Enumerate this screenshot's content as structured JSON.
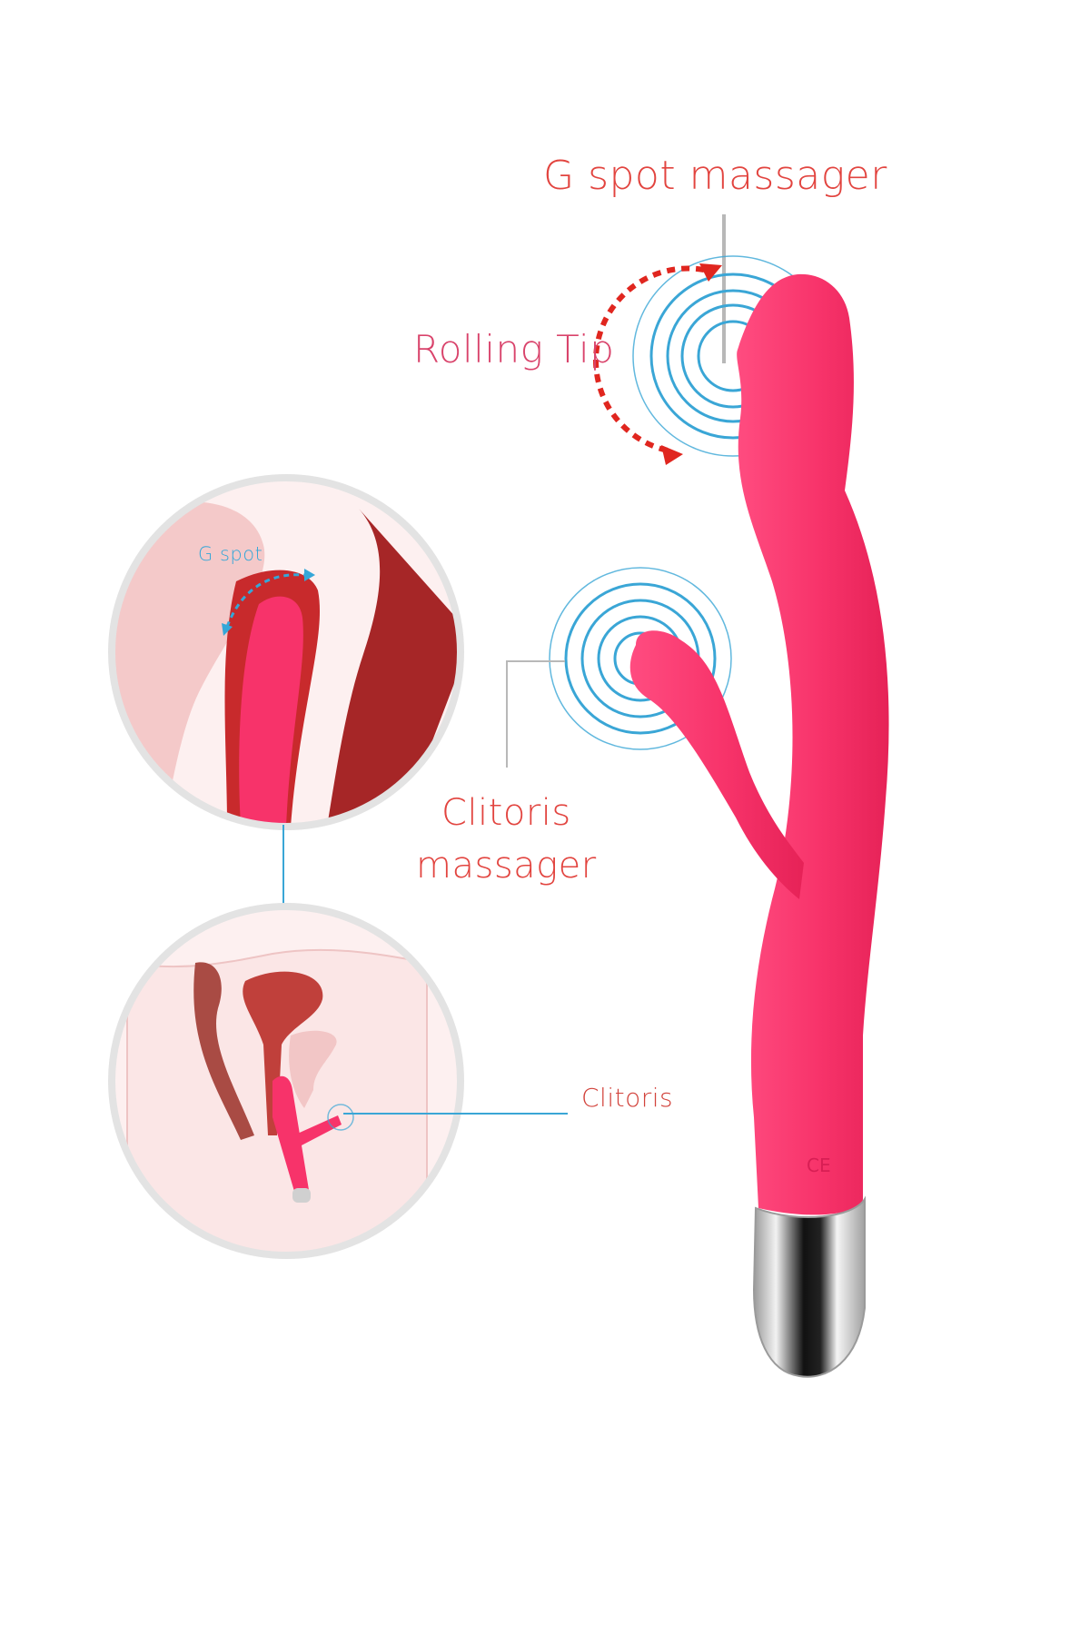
{
  "labels": {
    "g_spot_massager": "G spot massager",
    "rolling_tip": "Rolling Tip",
    "clitoris_massager_line1": "Clitoris",
    "clitoris_massager_line2": "massager",
    "clitoris": "Clitoris",
    "g_spot_inset": "G spot"
  },
  "product": {
    "body_color": "#f7336a",
    "cap_color": "#c9c9cc",
    "marking": "CE"
  },
  "colors": {
    "label_red": "#e2443f",
    "label_pink": "#d9436b",
    "ring_blue": "#3aa6d6",
    "arrow_red": "#e0261f",
    "callout_line_gray": "#b8b8b8",
    "callout_line_blue": "#3aa6d6",
    "inset_border": "#e3e3e3",
    "inset_fill": "#fbe6e6"
  },
  "insets": [
    {
      "name": "g-spot-inset",
      "caption": "G spot"
    },
    {
      "name": "side-view-inset",
      "caption": "Clitoris"
    }
  ]
}
